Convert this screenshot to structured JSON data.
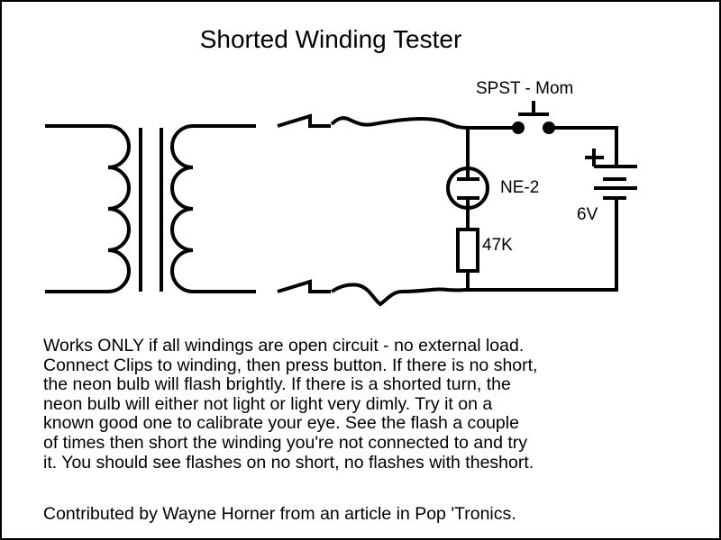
{
  "title": "Shorted Winding Tester",
  "labels": {
    "switch": "SPST - Mom",
    "neon": "NE-2",
    "battery": "6V",
    "resistor": "47K"
  },
  "description": [
    "Works ONLY if all windings are open circuit - no external load.",
    "Connect Clips to winding, then press button. If there is no short,",
    "the neon bulb will flash brightly. If there is a shorted turn, the",
    "neon bulb will either not light or light very dimly. Try it on a",
    "known good one to calibrate your eye. See the flash a couple",
    "of times then short the winding you're not connected to and try",
    "it. You should see flashes on no short, no flashes with theshort."
  ],
  "credit": "Contributed by Wayne Horner from an article in Pop 'Tronics."
}
